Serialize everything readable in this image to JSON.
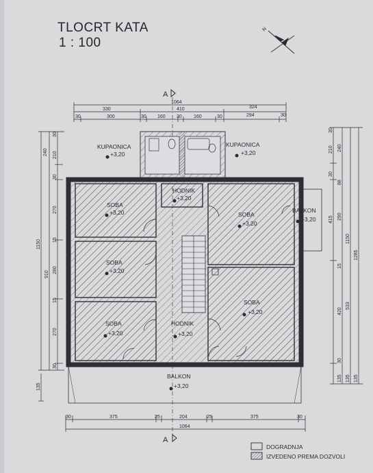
{
  "title": "TLOCRT KATA",
  "scale": "1 : 100",
  "section_mark": "A",
  "colors": {
    "paper": "#dcdde0",
    "ink": "#2b2c31",
    "wall": "#35363b"
  },
  "rooms": {
    "kupaonica_left": "KUPAONICA",
    "kupaonica_left_elev": "+3,20",
    "kupaonica_right": "KUPAONICA",
    "kupaonica_right_elev": "+3,20",
    "hodnik_top": "HODNIK",
    "hodnik_top_elev": "+3,20",
    "soba_tl": "SOBA",
    "soba_tl_elev": "+3,20",
    "soba_ml": "SOBA",
    "soba_ml_elev": "+3,20",
    "soba_bl": "SOBA",
    "soba_bl_elev": "+3,20",
    "soba_tr": "SOBA",
    "soba_tr_elev": "+3,20",
    "soba_br": "SOBA",
    "soba_br_elev": "+3,20",
    "hodnik_bottom": "HODNIK",
    "hodnik_bottom_elev": "+3,20",
    "balkon_right": "BALKON",
    "balkon_right_elev": "+3,20",
    "balkon_bottom": "BALKON",
    "balkon_bottom_elev": "+3,20"
  },
  "dims": {
    "top_total": "1064",
    "top_330": "330",
    "top_410": "410",
    "top_324": "324",
    "top_30a": "30",
    "top_300": "300",
    "top_30b": "30",
    "top_160a": "160",
    "top_30c": "30",
    "top_160b": "160",
    "top_30d": "30",
    "top_294": "294",
    "top_30e": "30",
    "bottom_30a": "30",
    "bottom_375a": "375",
    "bottom_25a": "25",
    "bottom_204": "204",
    "bottom_25b": "25",
    "bottom_375b": "375",
    "bottom_30b": "30",
    "bottom_total": "1064",
    "left_30a": "30",
    "left_240": "240",
    "left_210": "210",
    "left_30b": "30",
    "left_270a": "270",
    "left_15a": "15",
    "left_280": "280",
    "left_15b": "15",
    "left_270b": "270",
    "left_30c": "30",
    "left_1150": "1150",
    "left_910": "910",
    "left_135": "135",
    "right_30a": "30",
    "right_210": "210",
    "right_240": "240",
    "right_30b": "30",
    "right_88": "88",
    "right_290": "290",
    "right_415": "415",
    "right_15": "15",
    "right_420": "420",
    "right_533": "533",
    "right_1150": "1150",
    "right_1285": "1285",
    "right_30c": "30",
    "right_135a": "135",
    "right_135b": "135",
    "right_135c": "135"
  },
  "legend": {
    "addition": "DOGRADNJA",
    "built": "IZVEDENO PREMA DOZVOLI"
  }
}
